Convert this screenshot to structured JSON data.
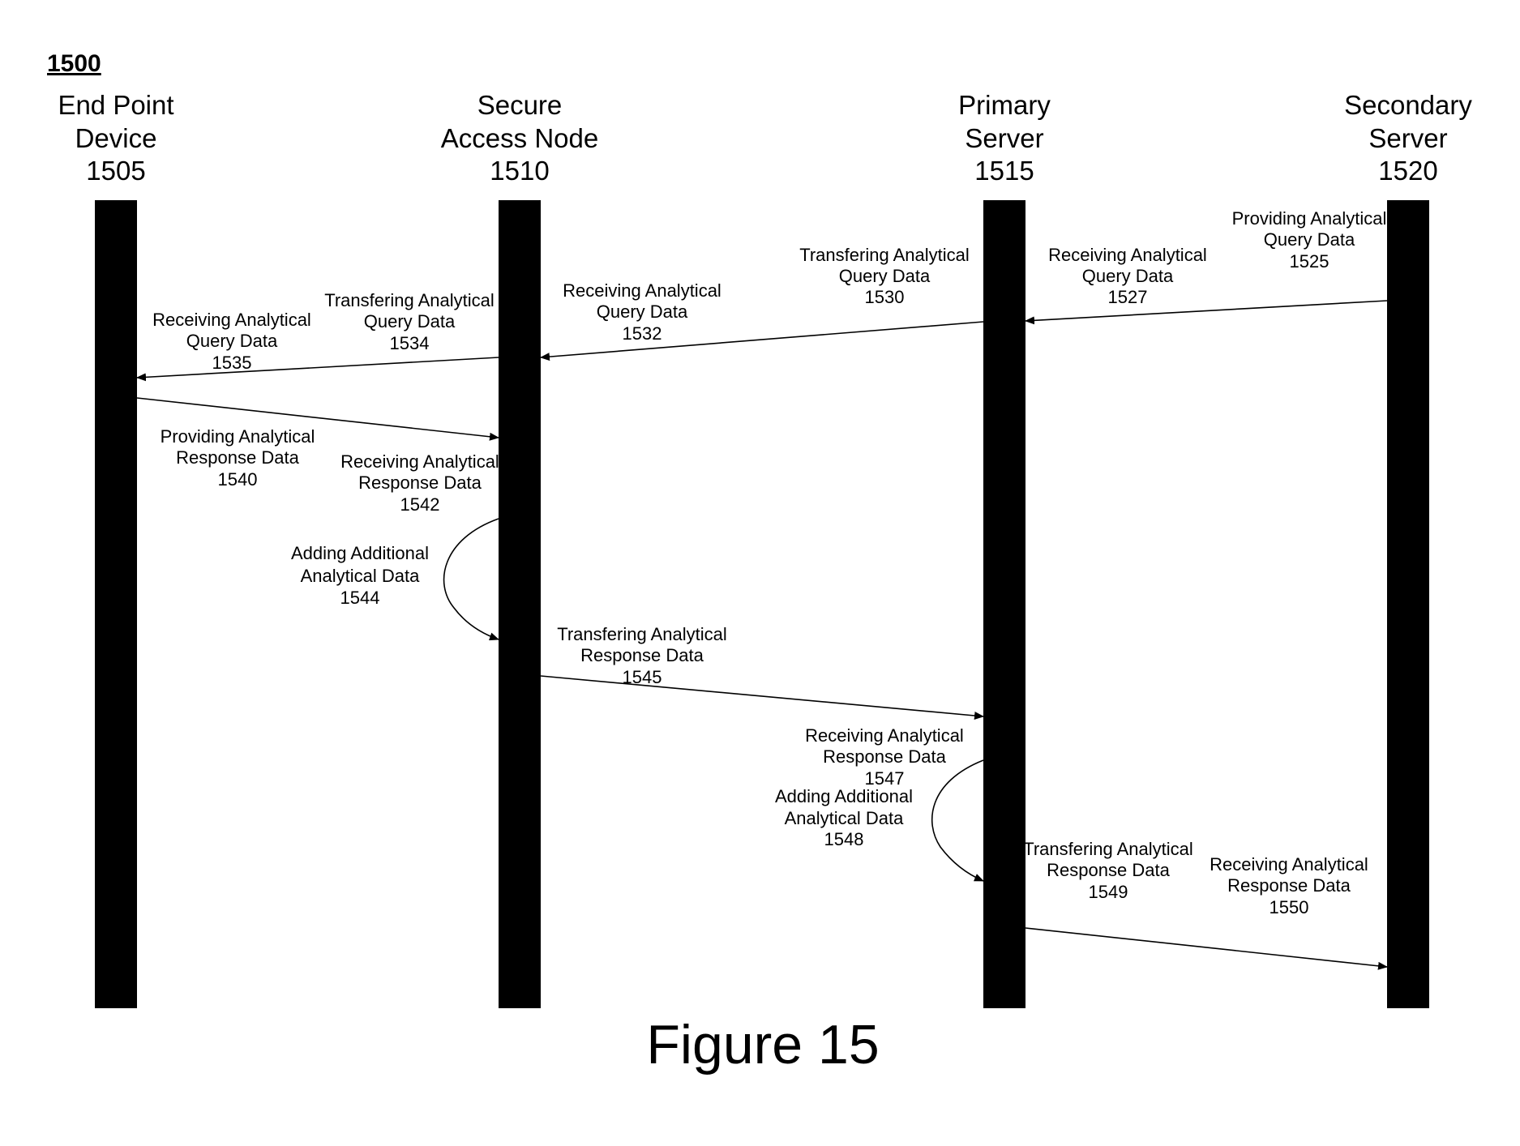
{
  "diagram": {
    "reference": "1500",
    "caption": "Figure 15",
    "actors": [
      {
        "id": "end-point-device",
        "lines": [
          "End Point",
          "Device",
          "1505"
        ]
      },
      {
        "id": "secure-access-node",
        "lines": [
          "Secure",
          "Access Node",
          "1510"
        ]
      },
      {
        "id": "primary-server",
        "lines": [
          "Primary",
          "Server",
          "1515"
        ]
      },
      {
        "id": "secondary-server",
        "lines": [
          "Secondary",
          "Server",
          "1520"
        ]
      }
    ],
    "messages": [
      {
        "id": "1525",
        "from": "secondary-server",
        "to": "secondary-server",
        "kind": "label-only",
        "lines": [
          "Providing Analytical",
          "Query Data",
          "1525"
        ]
      },
      {
        "id": "1527",
        "from": "secondary-server",
        "to": "primary-server",
        "kind": "arrow",
        "lines": [
          "Receiving Analytical",
          "Query Data",
          "1527"
        ]
      },
      {
        "id": "1530",
        "from": "primary-server",
        "to": "primary-server",
        "kind": "label-only",
        "lines": [
          "Transfering Analytical",
          "Query Data",
          "1530"
        ]
      },
      {
        "id": "1532",
        "from": "primary-server",
        "to": "secure-access-node",
        "kind": "arrow",
        "lines": [
          "Receiving Analytical",
          "Query Data",
          "1532"
        ]
      },
      {
        "id": "1534",
        "from": "secure-access-node",
        "to": "secure-access-node",
        "kind": "label-only",
        "lines": [
          "Transfering Analytical",
          "Query Data",
          "1534"
        ]
      },
      {
        "id": "1535",
        "from": "secure-access-node",
        "to": "end-point-device",
        "kind": "arrow",
        "lines": [
          "Receiving Analytical",
          "Query Data",
          "1535"
        ]
      },
      {
        "id": "1540",
        "from": "end-point-device",
        "to": "secure-access-node",
        "kind": "arrow",
        "lines": [
          "Providing Analytical",
          "Response Data",
          "1540"
        ]
      },
      {
        "id": "1542",
        "from": "secure-access-node",
        "to": "secure-access-node",
        "kind": "label-only",
        "lines": [
          "Receiving Analytical",
          "Response Data",
          "1542"
        ]
      },
      {
        "id": "1544",
        "from": "secure-access-node",
        "to": "secure-access-node",
        "kind": "self-loop",
        "lines": [
          "Adding Additional",
          "Analytical Data",
          "1544"
        ]
      },
      {
        "id": "1545",
        "from": "secure-access-node",
        "to": "primary-server",
        "kind": "arrow",
        "lines": [
          "Transfering Analytical",
          "Response Data",
          "1545"
        ]
      },
      {
        "id": "1547",
        "from": "primary-server",
        "to": "primary-server",
        "kind": "label-only",
        "lines": [
          "Receiving Analytical",
          "Response Data",
          "1547"
        ]
      },
      {
        "id": "1548",
        "from": "primary-server",
        "to": "primary-server",
        "kind": "self-loop",
        "lines": [
          "Adding Additional",
          "Analytical Data",
          "1548"
        ]
      },
      {
        "id": "1549",
        "from": "primary-server",
        "to": "secondary-server",
        "kind": "arrow",
        "lines": [
          "Transfering Analytical",
          "Response Data",
          "1549"
        ]
      },
      {
        "id": "1550",
        "from": "primary-server",
        "to": "secondary-server",
        "kind": "label-only",
        "lines": [
          "Receiving Analytical",
          "Response Data",
          "1550"
        ]
      }
    ]
  }
}
